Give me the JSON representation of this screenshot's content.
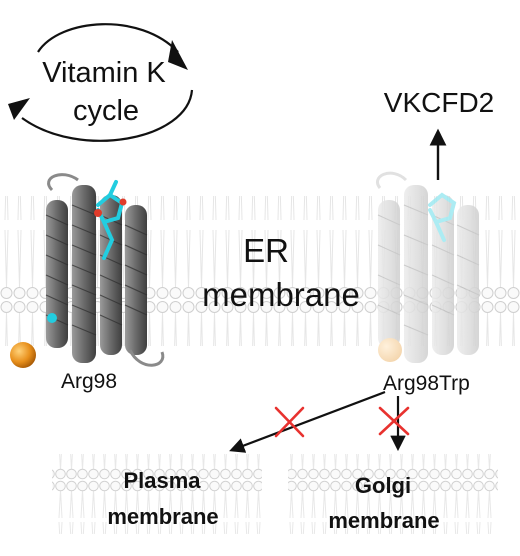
{
  "labels": {
    "cycle_line1": "Vitamin K",
    "cycle_line2": "cycle",
    "vkcfd2": "VKCFD2",
    "er_line1": "ER",
    "er_line2": "membrane",
    "arg98": "Arg98",
    "arg98trp": "Arg98Trp",
    "plasma_line1": "Plasma",
    "plasma_line2": "membrane",
    "golgi_line1": "Golgi",
    "golgi_line2": "membrane"
  },
  "colors": {
    "membrane_head": "#d8d8d8",
    "membrane_tail": "#eeeeee",
    "protein": "#6f6f6f",
    "protein_dark": "#4a4a4a",
    "ligand": "#27d3e2",
    "residue": "#e8901c",
    "cross": "#e8322f",
    "arrow": "#111111"
  }
}
